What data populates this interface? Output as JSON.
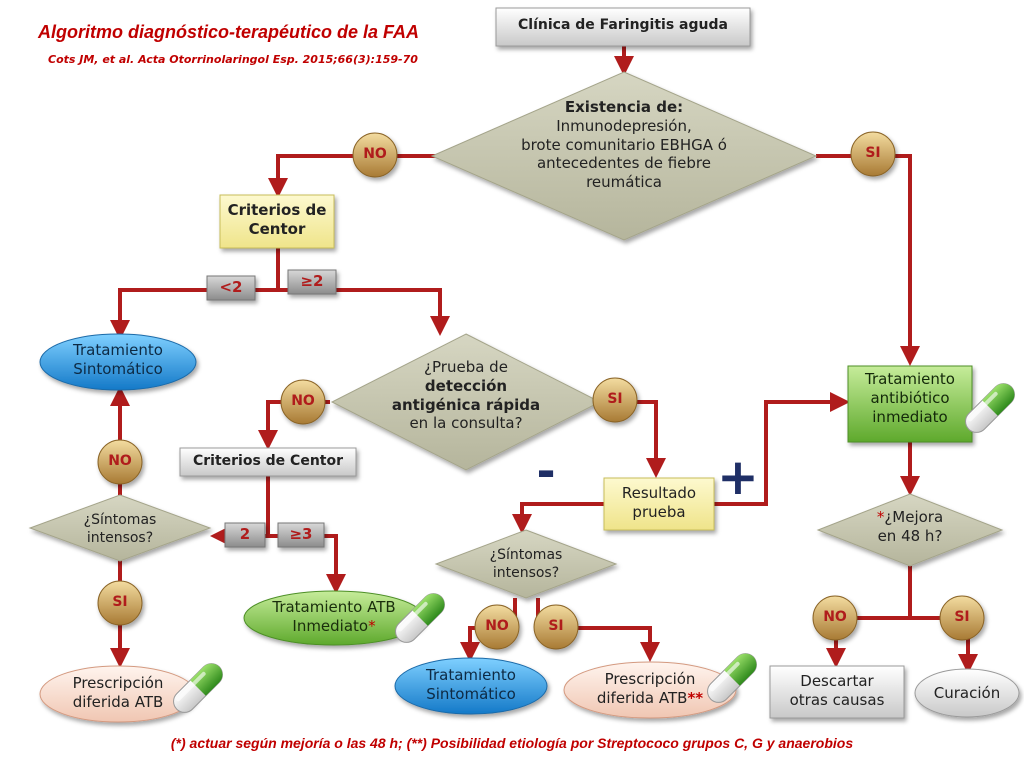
{
  "title": "Algoritmo diagnóstico-terapéutico de la FAA",
  "citation": "Cots JM, et al. Acta Otorrinolaringol Esp. 2015;66(3):159-70",
  "footnote": "(*) actuar según mejoría o las 48 h; (**) Posibilidad etiología por Streptococo grupos C, G y anaerobios",
  "colors": {
    "arrow": "#b01c1c",
    "diamond": "#c9c9b2",
    "yellow": "#f7f1a8",
    "green": "#8ccd55",
    "blue": "#2f9de0",
    "peach": "#f7ddd0",
    "badge": "#c9a05a"
  },
  "nodes": {
    "start": "Clínica de Faringitis aguda",
    "q1_title": "Existencia de:",
    "q1_l1": "Inmunodepresión,",
    "q1_l2": "brote comunitario EBHGA ó",
    "q1_l3": "antecedentes de fiebre",
    "q1_l4": "reumática",
    "centor1_l1": "Criterios de",
    "centor1_l2": "Centor",
    "ttsint1_l1": "Tratamiento",
    "ttsint1_l2": "Sintomático",
    "q2_l1": "¿Prueba de",
    "q2_l2": "detección",
    "q2_l3": "antigénica rápida",
    "q2_l4": "en la consulta?",
    "centor2": "Criterios de Centor",
    "sint1_l1": "¿Síntomas",
    "sint1_l2": "intensos?",
    "atb_inm_l1": "Tratamiento ATB",
    "atb_inm_l2": "Inmediato",
    "presc1_l1": "Prescripción",
    "presc1_l2": "diferida ATB",
    "result_l1": "Resultado",
    "result_l2": "prueba",
    "sint2_l1": "¿Síntomas",
    "sint2_l2": "intensos?",
    "ttsint2_l1": "Tratamiento",
    "ttsint2_l2": "Sintomático",
    "presc2_l1": "Prescripción",
    "presc2_l2": "diferida ATB",
    "abx_l1": "Tratamiento",
    "abx_l2": "antibiótico",
    "abx_l3": "inmediato",
    "mejora_l1": "¿Mejora",
    "mejora_l2": "en 48 h?",
    "descartar_l1": "Descartar",
    "descartar_l2": "otras causas",
    "curacion": "Curación"
  },
  "labels": {
    "no": "NO",
    "si": "SI",
    "lt2": "<2",
    "ge2": "≥2",
    "two": "2",
    "ge3": "≥3",
    "minus": "-",
    "plus": "+",
    "ast": "*",
    "ast2": "**"
  }
}
